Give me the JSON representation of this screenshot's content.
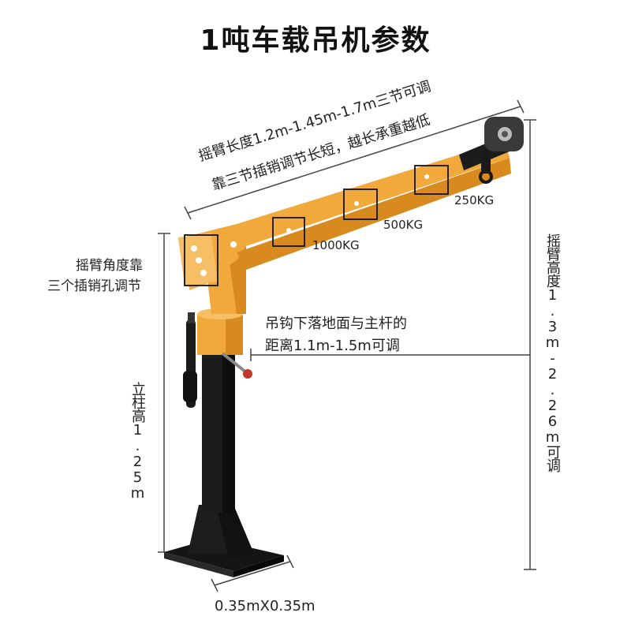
{
  "title": "1吨车载吊机参数",
  "arm_length_note": [
    "摇臂长度1.2m-1.45m-1.7m三节可调",
    "靠三节插销调节长短，越长承重越低"
  ],
  "load_labels": {
    "kg1000": "1000KG",
    "kg500": "500KG",
    "kg250": "250KG"
  },
  "angle_note": [
    "摇臂角度靠",
    "三个插销孔调节"
  ],
  "hook_note": [
    "吊钩下落地面与主杆的",
    "距离1.1m-1.5m可调"
  ],
  "column_height": "立柱高1.25m",
  "arm_height": "摇臂高度1.3m-2.26m可调",
  "base_size": "0.35mX0.35m",
  "colors": {
    "arm": "#f2a93b",
    "arm_dark": "#d98a1f",
    "post": "#1c1c1c",
    "line": "#444444"
  }
}
